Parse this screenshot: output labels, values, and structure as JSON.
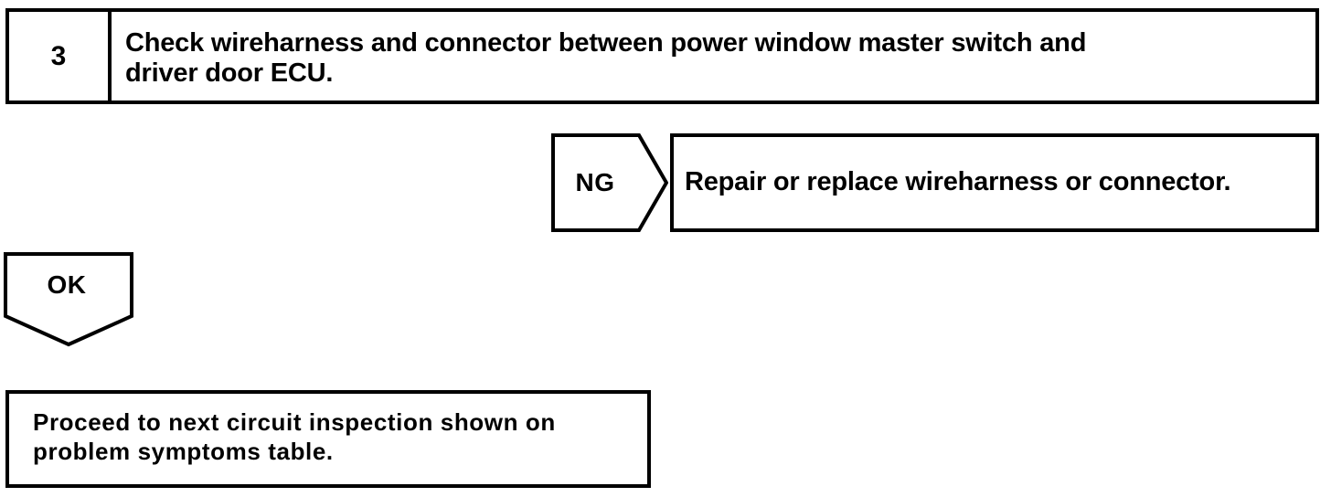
{
  "diagram": {
    "type": "troubleshooting-flowchart",
    "step": {
      "number": "3",
      "instruction": "Check wireharness and connector between power window master switch and\ndriver door ECU."
    },
    "branches": {
      "ng": {
        "label": "NG",
        "result": "Repair or replace wireharness or connector."
      },
      "ok": {
        "label": "OK",
        "result": "Proceed to next circuit inspection shown on\nproblem symptoms table."
      }
    },
    "colors": {
      "ink": "#000000",
      "paper": "#ffffff"
    }
  }
}
